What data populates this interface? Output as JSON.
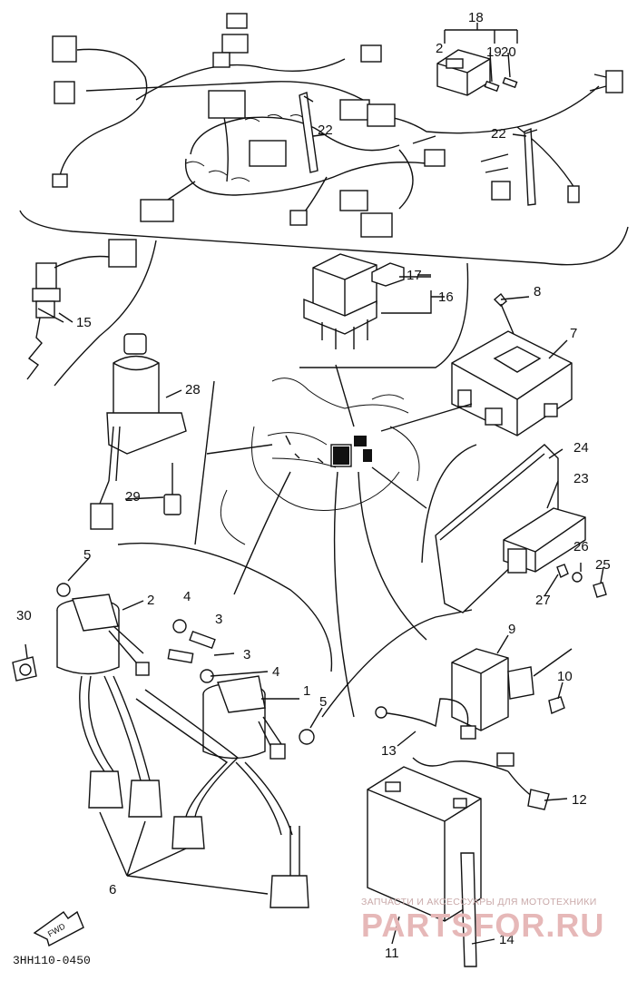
{
  "diagram_code": "3HH110-0450",
  "direction_tag": "FWD",
  "watermark": {
    "line1": "ЗАПЧАСТИ И АКСЕССУАРЫ ДЛЯ МОТОТЕХНИКИ",
    "line2": "PARTSFOR.RU"
  },
  "callouts": {
    "c1": "1",
    "c2a": "2",
    "c2b": "2",
    "c3a": "3",
    "c3b": "3",
    "c4a": "4",
    "c4b": "4",
    "c5a": "5",
    "c5b": "5",
    "c6": "6",
    "c7": "7",
    "c8": "8",
    "c9": "9",
    "c10": "10",
    "c11": "11",
    "c12": "12",
    "c13": "13",
    "c14": "14",
    "c15": "15",
    "c16": "16",
    "c17": "17",
    "c18": "18",
    "c19": "19",
    "c20": "20",
    "c22a": "22",
    "c22b": "22",
    "c23": "23",
    "c24": "24",
    "c25": "25",
    "c26": "26",
    "c27": "27",
    "c28": "28",
    "c29": "29",
    "c30": "30"
  }
}
